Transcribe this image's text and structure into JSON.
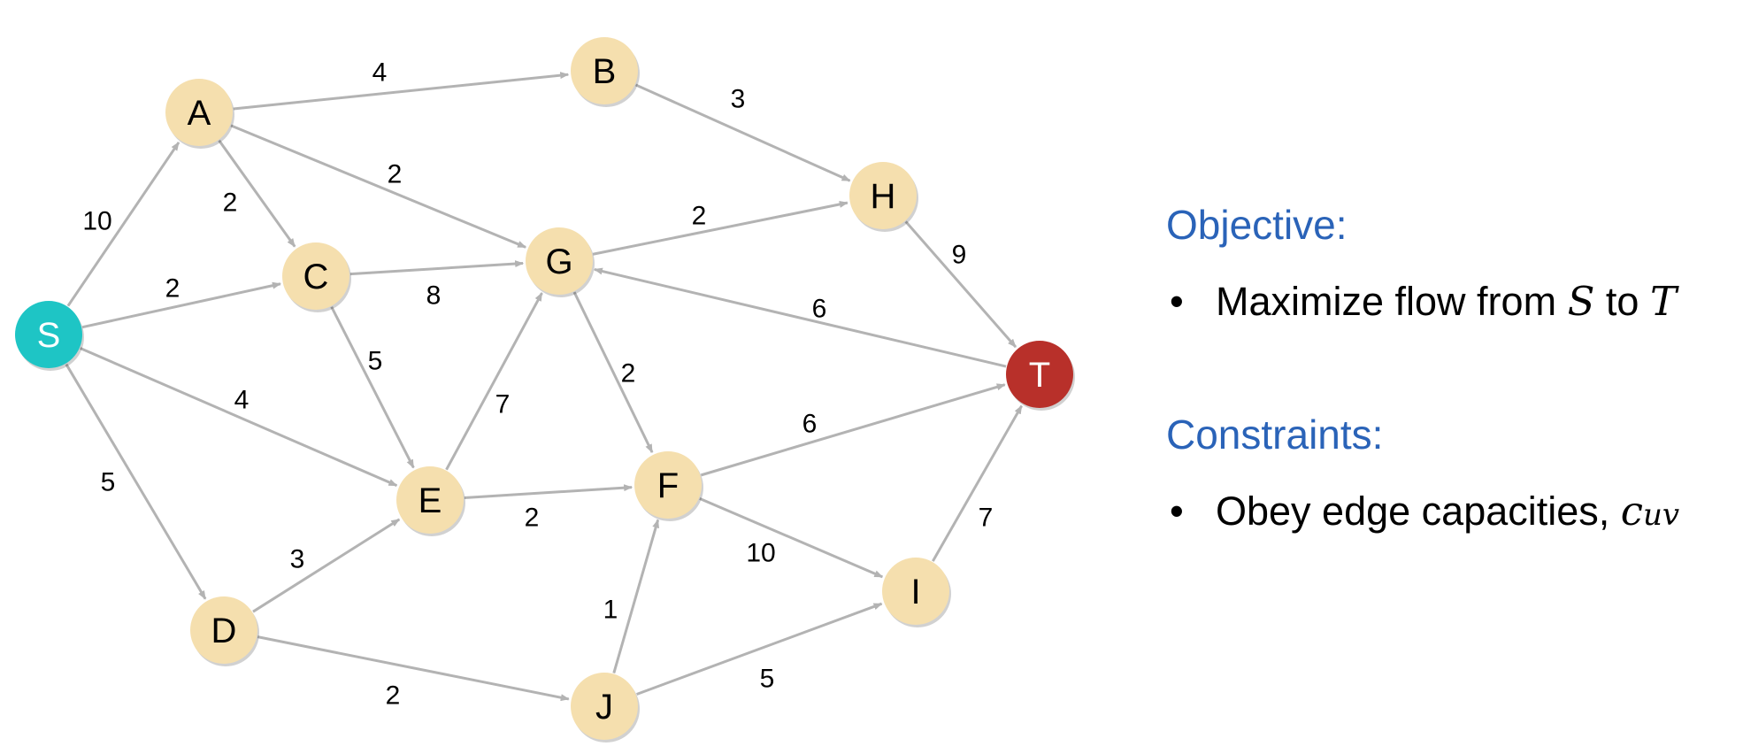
{
  "graph": {
    "node_colors": {
      "default": "#f5dfae",
      "source": "#1ec5c5",
      "sink": "#b8302a"
    },
    "nodes": [
      {
        "id": "S",
        "label": "S",
        "role": "source"
      },
      {
        "id": "A",
        "label": "A"
      },
      {
        "id": "B",
        "label": "B"
      },
      {
        "id": "C",
        "label": "C"
      },
      {
        "id": "D",
        "label": "D"
      },
      {
        "id": "E",
        "label": "E"
      },
      {
        "id": "F",
        "label": "F"
      },
      {
        "id": "G",
        "label": "G"
      },
      {
        "id": "H",
        "label": "H"
      },
      {
        "id": "I",
        "label": "I"
      },
      {
        "id": "J",
        "label": "J"
      },
      {
        "id": "T",
        "label": "T",
        "role": "sink"
      }
    ],
    "edges": [
      {
        "from": "S",
        "to": "A",
        "capacity": "10"
      },
      {
        "from": "S",
        "to": "C",
        "capacity": "2"
      },
      {
        "from": "S",
        "to": "E",
        "capacity": "4"
      },
      {
        "from": "S",
        "to": "D",
        "capacity": "5"
      },
      {
        "from": "A",
        "to": "B",
        "capacity": "4"
      },
      {
        "from": "A",
        "to": "C",
        "capacity": "2"
      },
      {
        "from": "A",
        "to": "G",
        "capacity": "2"
      },
      {
        "from": "B",
        "to": "H",
        "capacity": "3"
      },
      {
        "from": "C",
        "to": "G",
        "capacity": "8"
      },
      {
        "from": "C",
        "to": "E",
        "capacity": "5"
      },
      {
        "from": "D",
        "to": "E",
        "capacity": "3"
      },
      {
        "from": "D",
        "to": "J",
        "capacity": "2"
      },
      {
        "from": "E",
        "to": "G",
        "capacity": "7"
      },
      {
        "from": "E",
        "to": "F",
        "capacity": "2"
      },
      {
        "from": "G",
        "to": "H",
        "capacity": "2"
      },
      {
        "from": "G",
        "to": "F",
        "capacity": "2"
      },
      {
        "from": "T",
        "to": "G",
        "capacity": "6"
      },
      {
        "from": "H",
        "to": "T",
        "capacity": "9"
      },
      {
        "from": "F",
        "to": "T",
        "capacity": "6"
      },
      {
        "from": "F",
        "to": "I",
        "capacity": "10"
      },
      {
        "from": "J",
        "to": "F",
        "capacity": "1"
      },
      {
        "from": "J",
        "to": "I",
        "capacity": "5"
      },
      {
        "from": "I",
        "to": "T",
        "capacity": "7"
      }
    ]
  },
  "panel": {
    "objective": {
      "heading": "Objective:",
      "bullet": "•",
      "text_before": "Maximize flow from ",
      "source_symbol": "S",
      "text_middle": " to ",
      "sink_symbol": "T"
    },
    "constraints": {
      "heading": "Constraints:",
      "bullet": "•",
      "text_before": "Obey edge capacities, ",
      "symbol": "c",
      "subscript": "uv"
    }
  }
}
